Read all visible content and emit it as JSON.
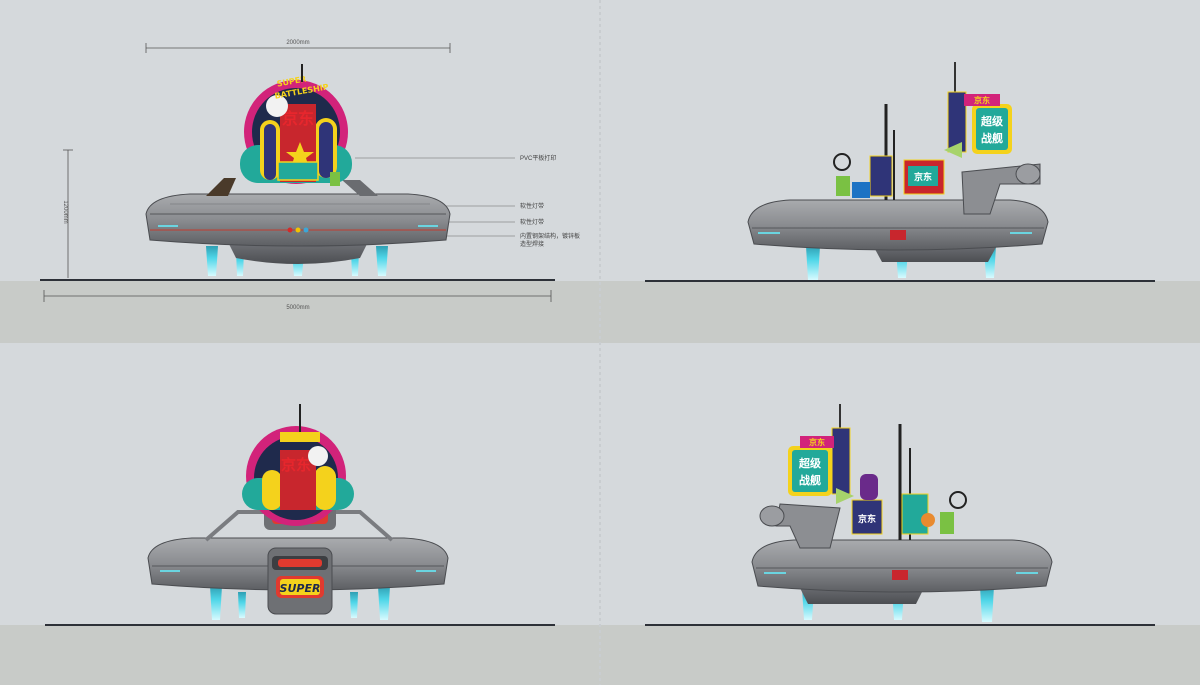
{
  "dimensions": {
    "top_width": "2000mm",
    "height": "1200mm",
    "base_width": "5000mm"
  },
  "annotations": [
    "PVC平板打印",
    "软性灯带",
    "软性灯带",
    "内置钢架结构，镀锌板",
    "造型焊接"
  ],
  "signs": {
    "super_battleship": [
      "SUPER",
      "BATTLESHIP"
    ],
    "jd": "京东",
    "super_label": "SUPER",
    "chinese_title": [
      "超级",
      "战舰"
    ],
    "jd_small": "京东"
  },
  "colors": {
    "background": "#d5d9dc",
    "ground": "#c9ccc9",
    "hull": "#8b8d91",
    "hull_dark": "#5b5d62",
    "thruster": "#4fd6e8",
    "magenta": "#d2237a",
    "teal": "#22a99a",
    "yellow": "#f4d21c",
    "red": "#c8262d",
    "navy": "#2f3478"
  }
}
